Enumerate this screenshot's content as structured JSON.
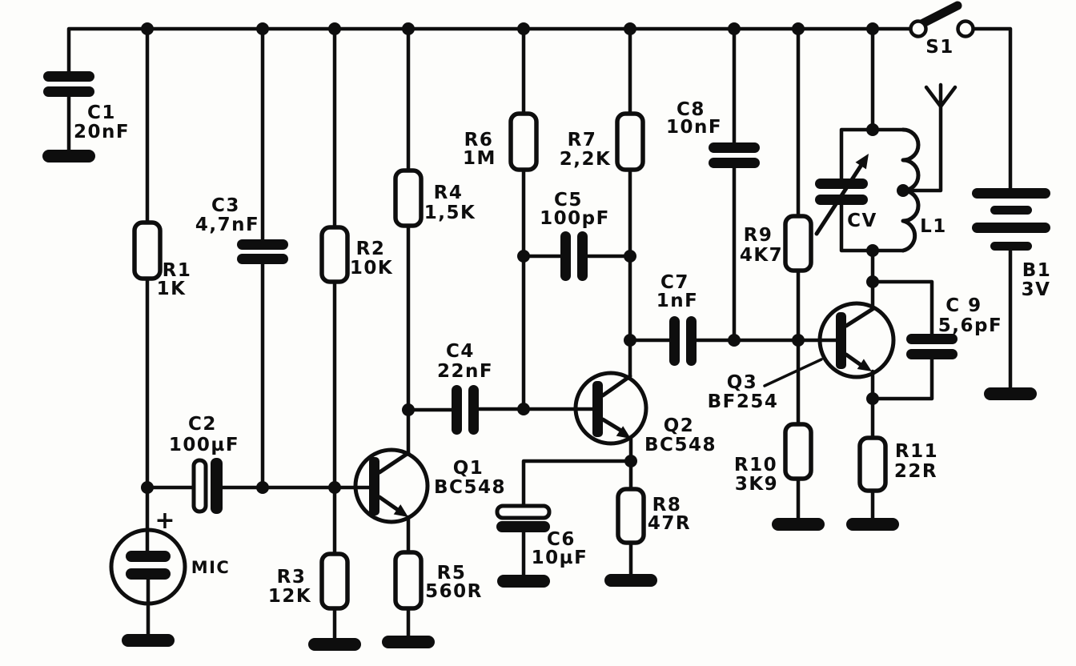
{
  "schematic": {
    "kind": "FM transmitter circuit schematic",
    "colors": {
      "ink": "#0e0e0e",
      "paper": "#fdfdfb"
    },
    "components": {
      "c1": {
        "ref": "C1",
        "value": "20nF"
      },
      "r1": {
        "ref": "R1",
        "value": "1K"
      },
      "c2": {
        "ref": "C2",
        "value": "100µF"
      },
      "c3": {
        "ref": "C3",
        "value": "4,7nF"
      },
      "r2": {
        "ref": "R2",
        "value": "10K"
      },
      "r3": {
        "ref": "R3",
        "value": "12K"
      },
      "mic": {
        "ref": "MIC",
        "polarity": "+"
      },
      "r4": {
        "ref": "R4",
        "value": "1,5K"
      },
      "q1": {
        "ref": "Q1",
        "value": "BC548"
      },
      "r5": {
        "ref": "R5",
        "value": "560R"
      },
      "c4": {
        "ref": "C4",
        "value": "22nF"
      },
      "r6": {
        "ref": "R6",
        "value": "1M"
      },
      "c5": {
        "ref": "C5",
        "value": "100pF"
      },
      "r7": {
        "ref": "R7",
        "value": "2,2K"
      },
      "q2": {
        "ref": "Q2",
        "value": "BC548"
      },
      "c6": {
        "ref": "C6",
        "value": "10µF"
      },
      "r8": {
        "ref": "R8",
        "value": "47R"
      },
      "c7": {
        "ref": "C7",
        "value": "1nF"
      },
      "c8": {
        "ref": "C8",
        "value": "10nF"
      },
      "r9": {
        "ref": "R9",
        "value": "4K7"
      },
      "q3": {
        "ref": "Q3",
        "value": "BF254"
      },
      "r10": {
        "ref": "R10",
        "value": "3K9"
      },
      "r11": {
        "ref": "R11",
        "value": "22R"
      },
      "c9": {
        "ref": "C 9",
        "value": "5,6pF"
      },
      "cv": {
        "ref": "CV"
      },
      "l1": {
        "ref": "L1"
      },
      "s1": {
        "ref": "S1"
      },
      "b1": {
        "ref": "B1",
        "value": "3V"
      }
    }
  }
}
